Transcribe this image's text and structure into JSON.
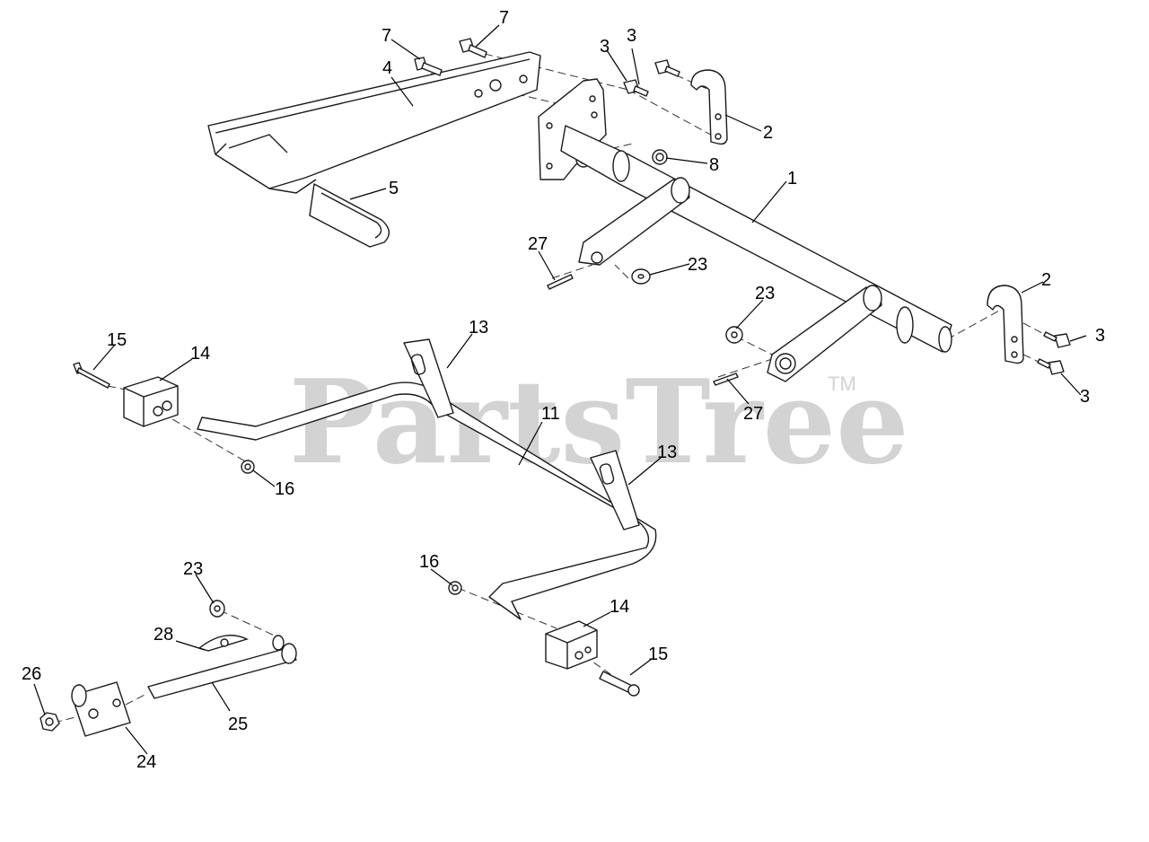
{
  "watermark": {
    "text": "PartsTree",
    "tm": "TM"
  },
  "callouts": [
    {
      "id": "c1",
      "label": "1"
    },
    {
      "id": "c2a",
      "label": "2"
    },
    {
      "id": "c2b",
      "label": "2"
    },
    {
      "id": "c3a",
      "label": "3"
    },
    {
      "id": "c3b",
      "label": "3"
    },
    {
      "id": "c3c",
      "label": "3"
    },
    {
      "id": "c3d",
      "label": "3"
    },
    {
      "id": "c4",
      "label": "4"
    },
    {
      "id": "c5",
      "label": "5"
    },
    {
      "id": "c7a",
      "label": "7"
    },
    {
      "id": "c7b",
      "label": "7"
    },
    {
      "id": "c8",
      "label": "8"
    },
    {
      "id": "c11",
      "label": "11"
    },
    {
      "id": "c13a",
      "label": "13"
    },
    {
      "id": "c13b",
      "label": "13"
    },
    {
      "id": "c14a",
      "label": "14"
    },
    {
      "id": "c14b",
      "label": "14"
    },
    {
      "id": "c15a",
      "label": "15"
    },
    {
      "id": "c15b",
      "label": "15"
    },
    {
      "id": "c16a",
      "label": "16"
    },
    {
      "id": "c16b",
      "label": "16"
    },
    {
      "id": "c23a",
      "label": "23"
    },
    {
      "id": "c23b",
      "label": "23"
    },
    {
      "id": "c23c",
      "label": "23"
    },
    {
      "id": "c24",
      "label": "24"
    },
    {
      "id": "c25",
      "label": "25"
    },
    {
      "id": "c26",
      "label": "26"
    },
    {
      "id": "c27a",
      "label": "27"
    },
    {
      "id": "c27b",
      "label": "27"
    },
    {
      "id": "c28",
      "label": "28"
    }
  ]
}
